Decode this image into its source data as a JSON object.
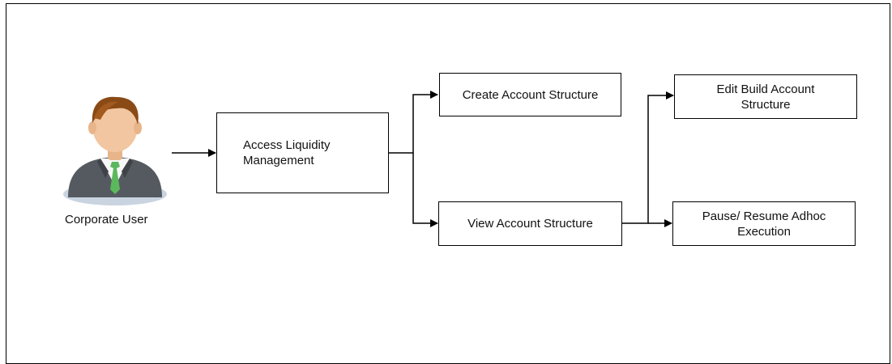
{
  "diagram": {
    "actor": {
      "label": "Corporate User",
      "icon": "corporate-user-icon"
    },
    "nodes": {
      "access": {
        "label": "Access Liquidity Management"
      },
      "create": {
        "label": "Create Account Structure"
      },
      "view": {
        "label": "View Account Structure"
      },
      "edit": {
        "label": "Edit Build Account Structure"
      },
      "pause": {
        "label": "Pause/ Resume Adhoc Execution"
      }
    },
    "edges": [
      {
        "from": "actor",
        "to": "access"
      },
      {
        "from": "access",
        "to": "create"
      },
      {
        "from": "access",
        "to": "view"
      },
      {
        "from": "view",
        "to": "edit"
      },
      {
        "from": "view",
        "to": "pause"
      }
    ],
    "colors": {
      "line": "#000000",
      "box_border": "#000000",
      "tie": "#5cb85c",
      "suit": "#555a60",
      "skin": "#f2c6a0",
      "hair": "#8a4a16",
      "shadow": "#c9d4e0"
    }
  }
}
